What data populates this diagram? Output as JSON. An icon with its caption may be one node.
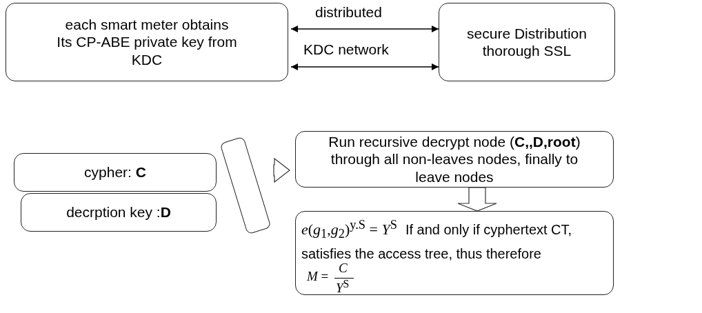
{
  "diagram": {
    "nodes": [
      {
        "text": [
          "each smart meter obtains Its CP-ABE private key from KDC"
        ]
      },
      {
        "text": [
          "secure Distribution thorough SSL"
        ]
      },
      {
        "text": [
          "cypher: **C**"
        ]
      },
      {
        "text": [
          "decrption key :**D**"
        ]
      },
      {
        "text": [],
        "shape": "box"
      },
      {
        "text": [
          "Run recursive decrypt node (**C,,D,root**) through all non-leaves nodes, finally to leave nodes"
        ]
      },
      {
        "text": [
          "*e*(*g*$_{1}$,*g*$_{2}$)$^{y.S}$ = *Y*$^{S}$",
          "If and only if  cyphertext CT, satisfies  the access tree, thus therefore",
          "*M* =",
          "*C*",
          "*Y*$^{S}$"
        ]
      }
    ],
    "edges": [
      {
        "from": 0,
        "to": 1,
        "arrow": "both",
        "label": "distributed"
      },
      {
        "from": 0,
        "to": 1,
        "arrow": "both",
        "label": "KDC network"
      },
      {
        "from": 4,
        "to": 5,
        "arrow": "to"
      },
      {
        "from": 5,
        "to": 6,
        "arrow": "to"
      }
    ]
  }
}
